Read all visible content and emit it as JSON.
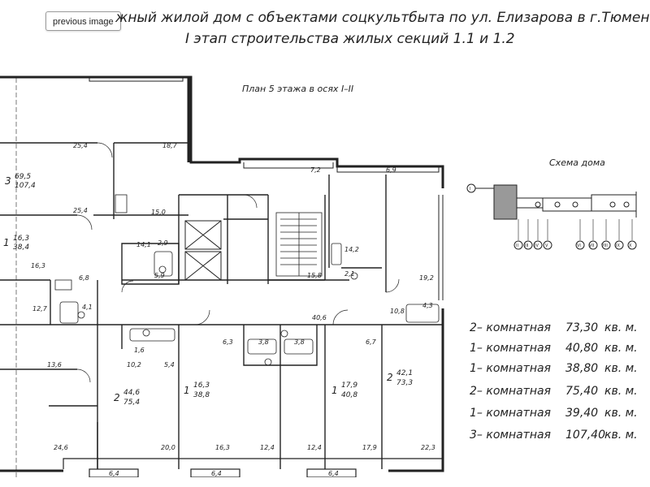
{
  "nav": {
    "previous_label": "previous image"
  },
  "header": {
    "title_line1": "жный жилой дом с объектами соцкультбыта по ул. Елизарова в г.Тюмени.",
    "title_line2": "I этап строительства жилых секций 1.1 и 1.2"
  },
  "plan": {
    "title": "План 5 этажа в осях I–II",
    "labels": [
      {
        "id": "a1",
        "text": "25,4"
      },
      {
        "id": "a2",
        "text": "18,7"
      },
      {
        "id": "a3",
        "text": "69,5"
      },
      {
        "id": "a4",
        "text": "107,4"
      },
      {
        "id": "a5",
        "text": "3"
      },
      {
        "id": "a6",
        "text": "15,0"
      },
      {
        "id": "a7",
        "text": "25,4"
      },
      {
        "id": "a8",
        "text": "16,3"
      },
      {
        "id": "a9",
        "text": "38,4"
      },
      {
        "id": "a10",
        "text": "1"
      },
      {
        "id": "a11",
        "text": "14,1"
      },
      {
        "id": "a12",
        "text": "2,9"
      },
      {
        "id": "a13",
        "text": "16,3"
      },
      {
        "id": "a14",
        "text": "5,9"
      },
      {
        "id": "a15",
        "text": "6,8"
      },
      {
        "id": "a16",
        "text": "12,7"
      },
      {
        "id": "a17",
        "text": "4,1"
      },
      {
        "id": "a18",
        "text": "7,2"
      },
      {
        "id": "a19",
        "text": "6,9"
      },
      {
        "id": "a20",
        "text": "14,2"
      },
      {
        "id": "a21",
        "text": "15,8"
      },
      {
        "id": "a22",
        "text": "2,1"
      },
      {
        "id": "a23",
        "text": "19,2"
      },
      {
        "id": "a24",
        "text": "40,6"
      },
      {
        "id": "a25",
        "text": "10,8"
      },
      {
        "id": "a26",
        "text": "4,3"
      },
      {
        "id": "a27",
        "text": "13,6"
      },
      {
        "id": "a28",
        "text": "1,6"
      },
      {
        "id": "a29",
        "text": "10,2"
      },
      {
        "id": "a30",
        "text": "5,4"
      },
      {
        "id": "a31",
        "text": "6,3"
      },
      {
        "id": "a32",
        "text": "3,8"
      },
      {
        "id": "a33",
        "text": "3,8"
      },
      {
        "id": "a34",
        "text": "6,7"
      },
      {
        "id": "a35",
        "text": "44,6"
      },
      {
        "id": "a36",
        "text": "75,4"
      },
      {
        "id": "a37",
        "text": "2"
      },
      {
        "id": "a38",
        "text": "16,3"
      },
      {
        "id": "a39",
        "text": "38,8"
      },
      {
        "id": "a40",
        "text": "1"
      },
      {
        "id": "a41",
        "text": "17,9"
      },
      {
        "id": "a42",
        "text": "40,8"
      },
      {
        "id": "a43",
        "text": "1"
      },
      {
        "id": "a44",
        "text": "42,1"
      },
      {
        "id": "a45",
        "text": "73,3"
      },
      {
        "id": "a46",
        "text": "2"
      },
      {
        "id": "a47",
        "text": "24,6"
      },
      {
        "id": "a48",
        "text": "20,0"
      },
      {
        "id": "a49",
        "text": "16,3"
      },
      {
        "id": "a50",
        "text": "12,4"
      },
      {
        "id": "a51",
        "text": "12,4"
      },
      {
        "id": "a52",
        "text": "17,9"
      },
      {
        "id": "a53",
        "text": "22,3"
      },
      {
        "id": "a54",
        "text": "6,4"
      },
      {
        "id": "a55",
        "text": "6,4"
      },
      {
        "id": "a56",
        "text": "6,4"
      }
    ]
  },
  "scheme": {
    "title": "Схема дома",
    "axis_labels": [
      "I",
      "II",
      "III",
      "IV",
      "V",
      "VI",
      "VII",
      "VIII",
      "IX",
      "X"
    ]
  },
  "apartments": [
    {
      "type": "2– комнатная",
      "area": "73,30",
      "unit": "кв. м."
    },
    {
      "type": "1– комнатная",
      "area": "40,80",
      "unit": "кв. м."
    },
    {
      "type": "1– комнатная",
      "area": "38,80",
      "unit": "кв. м."
    },
    {
      "type": "2– комнатная",
      "area": "75,40",
      "unit": "кв. м."
    },
    {
      "type": "1– комнатная",
      "area": "39,40",
      "unit": "кв. м."
    },
    {
      "type": "3– комнатная",
      "area": "107,40",
      "unit": "кв. м."
    }
  ]
}
